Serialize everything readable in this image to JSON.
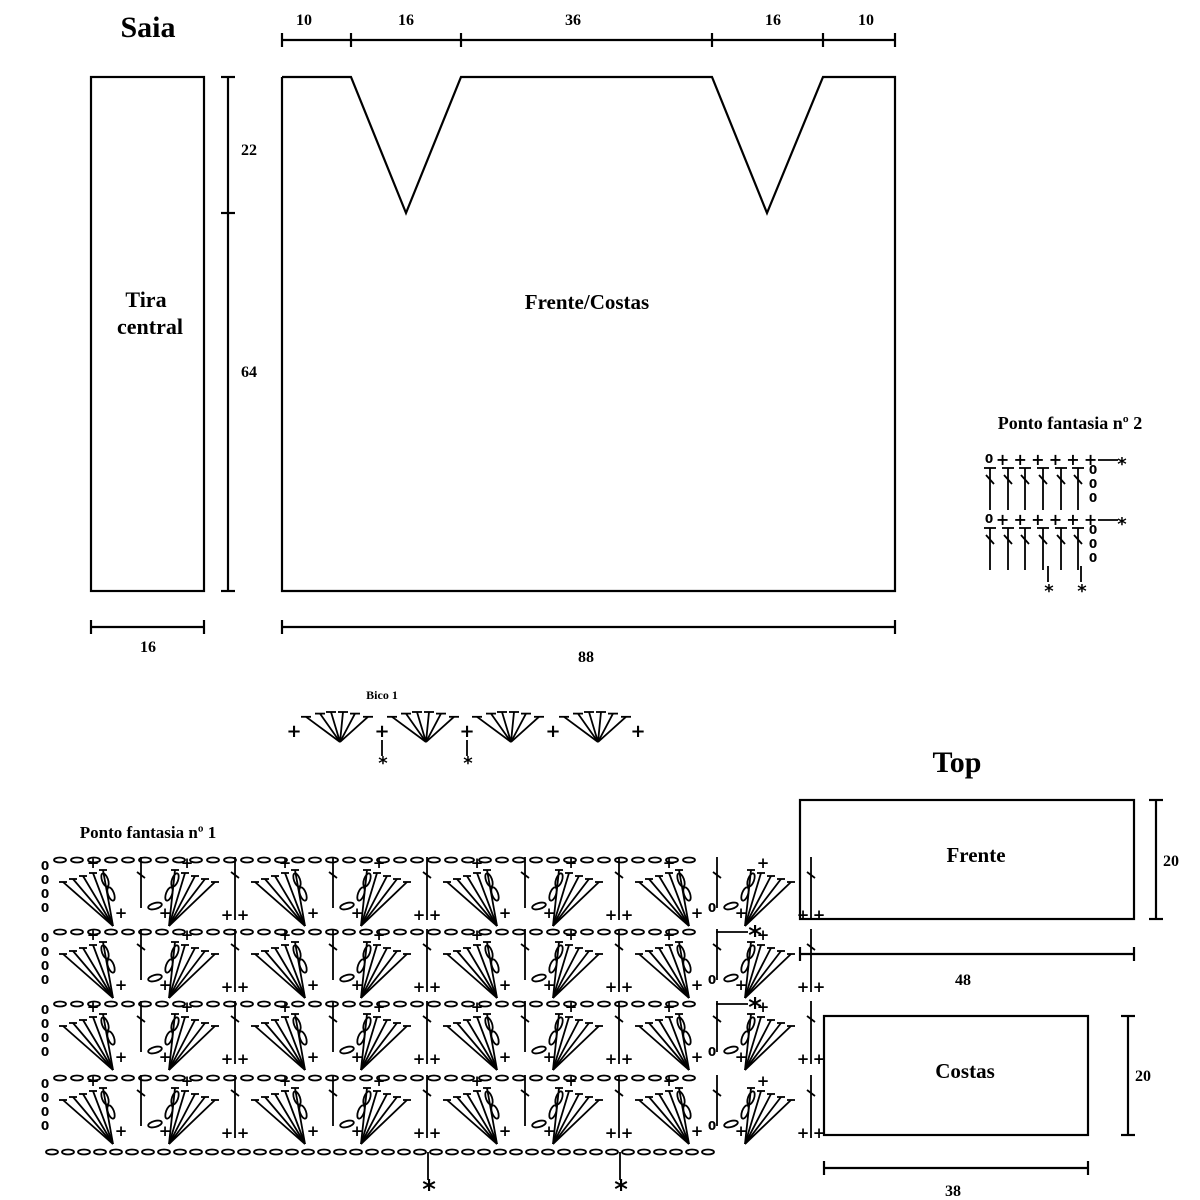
{
  "saia": {
    "title": "Saia",
    "top_dims": [
      "10",
      "16",
      "36",
      "16",
      "10"
    ],
    "tira_label_line1": "Tira",
    "tira_label_line2": "central",
    "height_upper": "22",
    "height_lower": "64",
    "tira_width": "16",
    "main_label": "Frente/Costas",
    "main_width": "88"
  },
  "ponto2": {
    "title": "Ponto fantasia nº 2"
  },
  "bico": {
    "title": "Bico 1"
  },
  "ponto1": {
    "title": "Ponto fantasia nº 1"
  },
  "top": {
    "title": "Top",
    "frente_label": "Frente",
    "frente_height": "20",
    "frente_width": "48",
    "costas_label": "Costas",
    "costas_height": "20",
    "costas_width": "38"
  },
  "symbols": {
    "repeat_marker": "*",
    "sc": "+",
    "chain": "0"
  }
}
